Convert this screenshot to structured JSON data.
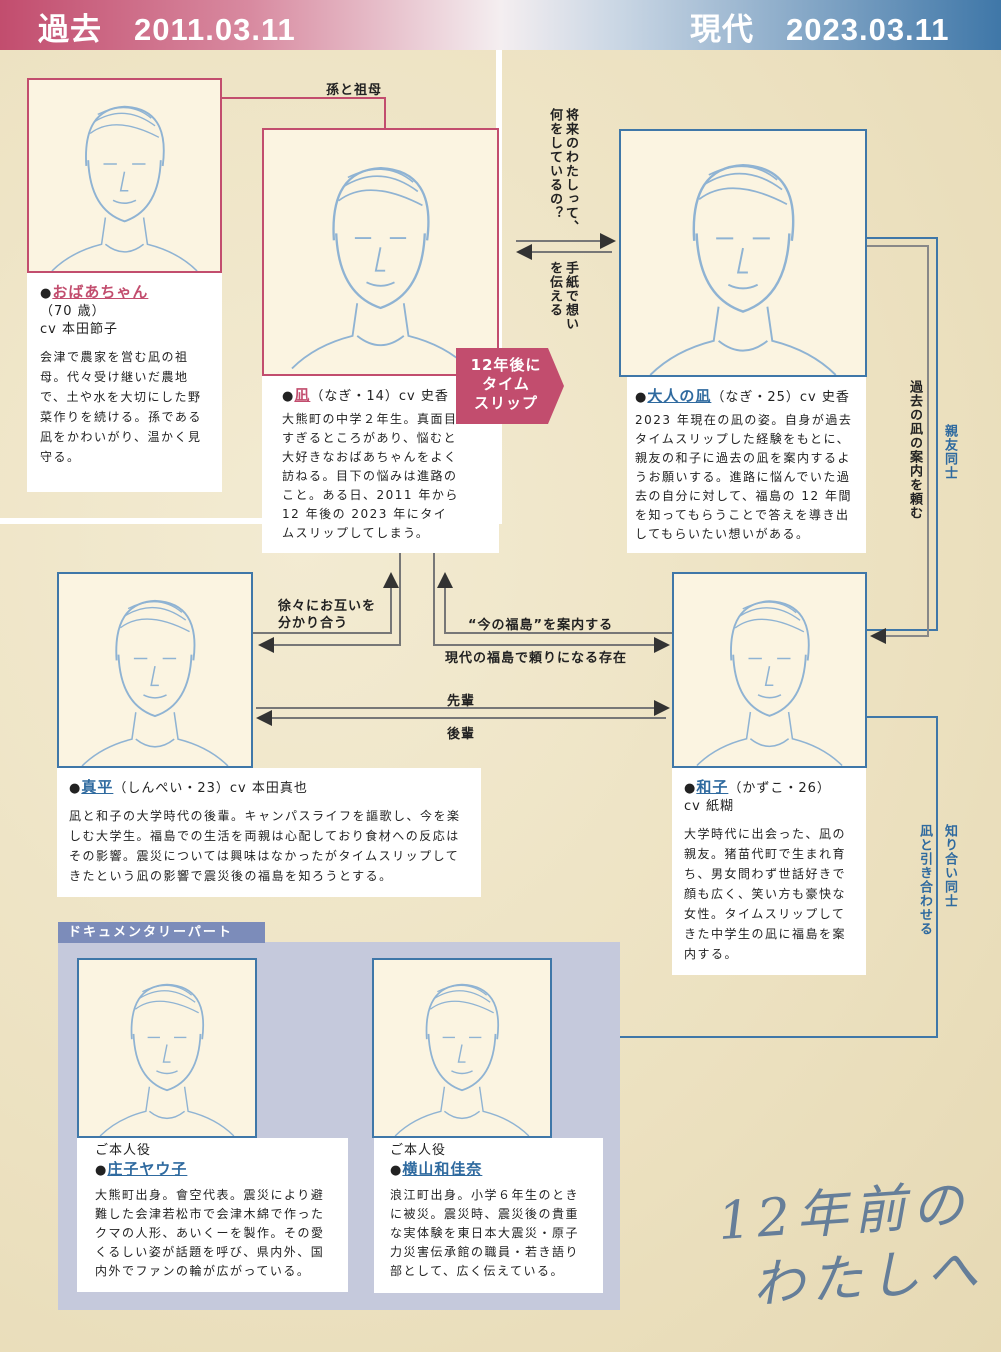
{
  "header": {
    "past_label": "過去　2011.03.11",
    "present_label": "現代　2023.03.11",
    "past_color": "#c24d6e",
    "present_color": "#3f77a8"
  },
  "characters": {
    "grandma": {
      "name": "おばあちゃん",
      "meta": "（70 歳）",
      "cv": "cv 本田節子",
      "desc": "会津で農家を営む凪の祖母。代々受け継いだ農地で、土や水を大切にした野菜作りを続ける。孫である凪をかわいがり、温かく見守る。"
    },
    "nagi": {
      "name": "凪",
      "meta": "（なぎ・14）cv 史香",
      "desc": "大熊町の中学２年生。真面目すぎるところがあり、悩むと大好きなおばあちゃんをよく訪ねる。目下の悩みは進路のこと。ある日、2011 年から 12 年後の 2023 年にタイムスリップしてしまう。"
    },
    "adult_nagi": {
      "name": "大人の凪",
      "meta": "（なぎ・25）cv 史香",
      "desc": "2023 年現在の凪の姿。自身が過去タイムスリップした経験をもとに、親友の和子に過去の凪を案内するようお願いする。進路に悩んでいた過去の自分に対して、福島の 12 年間を知ってもらうことで答えを導き出してもらいたい想いがある。"
    },
    "shinpei": {
      "name": "真平",
      "meta": "（しんぺい・23）cv 本田真也",
      "desc": "凪と和子の大学時代の後輩。キャンパスライフを謳歌し、今を楽しむ大学生。福島での生活を両親は心配しており食材への反応はその影響。震災については興味はなかったがタイムスリップしてきたという凪の影響で震災後の福島を知ろうとする。"
    },
    "kazuko": {
      "name": "和子",
      "meta": "（かずこ・26）",
      "cv": "cv 紙糊",
      "desc": "大学時代に出会った、凪の親友。猪苗代町で生まれ育ち、男女問わず世話好きで顔も広く、笑い方も豪快な女性。タイムスリップしてきた中学生の凪に福島を案内する。"
    }
  },
  "relations": {
    "grand": "孫と祖母",
    "q_col1": "将来のわたしって、",
    "q_col2": "何をしているの？",
    "letter_col1": "手紙で想い",
    "letter_col2": "を伝える",
    "timeslip": [
      "12年後に",
      "タイム",
      "スリップ"
    ],
    "ask_guide": "過去の凪の案内を頼む",
    "best_friends": "親友同士",
    "mutual": [
      "徐々にお互いを",
      "分かり合う"
    ],
    "guide_now": "“今の福島”を案内する",
    "reliable": "現代の福島で頼りになる存在",
    "senior": "先輩",
    "junior": "後輩",
    "introduce": "凪と引き合わせる",
    "acquaint": "知り合い同士"
  },
  "documentary": {
    "tag": "ドキュメンタリーパート",
    "people": [
      {
        "role": "ご本人役",
        "name": "庄子ヤウ子",
        "desc": "大熊町出身。會空代表。震災により避難した会津若松市で会津木綿で作ったクマの人形、あいくーを製作。その愛くるしい姿が話題を呼び、県内外、国内外でファンの輪が広がっている。"
      },
      {
        "role": "ご本人役",
        "name": "横山和佳奈",
        "desc": "浪江町出身。小学６年生のときに被災。震災時、震災後の貴重な実体験を東日本大震災・原子力災害伝承館の職員・若き語り部として、広く伝えている。"
      }
    ]
  },
  "title_handwritten": [
    "12年前の",
    "わたしへ"
  ]
}
